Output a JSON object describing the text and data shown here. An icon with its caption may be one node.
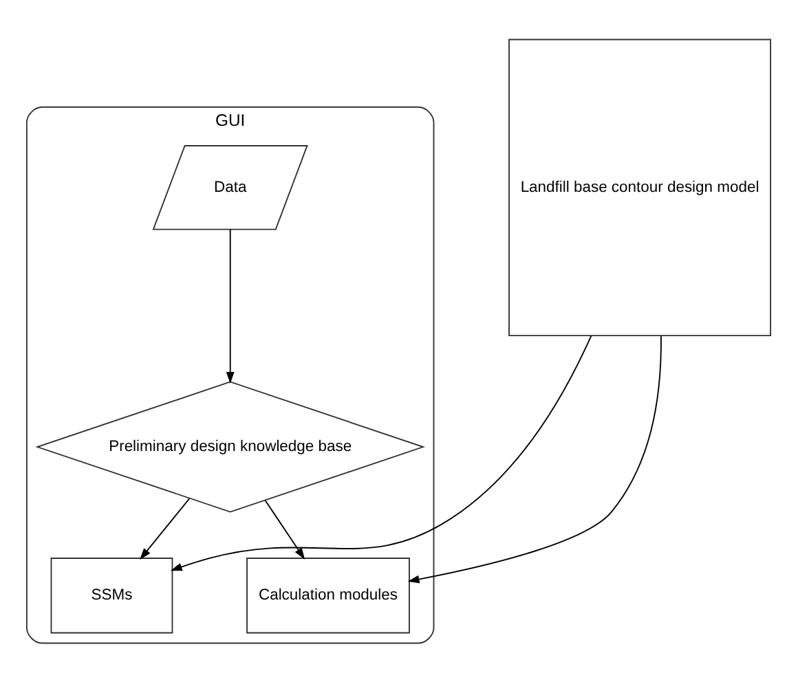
{
  "diagram": {
    "nodes": [
      {
        "text": [
          "GUI"
        ]
      },
      {
        "text": [
          "Landfill base contour design model"
        ]
      },
      {
        "text": [
          "Data"
        ],
        "in": 0
      },
      {
        "text": [
          "Preliminary design knowledge base"
        ],
        "in": 0
      },
      {
        "text": [
          "SSMs"
        ],
        "in": 0
      },
      {
        "text": [
          "Calculation modules"
        ],
        "in": 0
      }
    ],
    "edges": [
      {
        "from": 2,
        "to": 3,
        "arrow": "to"
      },
      {
        "from": 3,
        "to": 4,
        "arrow": "to"
      },
      {
        "from": 3,
        "to": 5,
        "arrow": "to"
      },
      {
        "from": 1,
        "to": 4,
        "arrow": "to"
      },
      {
        "from": 1,
        "to": 5,
        "arrow": "to"
      }
    ]
  }
}
